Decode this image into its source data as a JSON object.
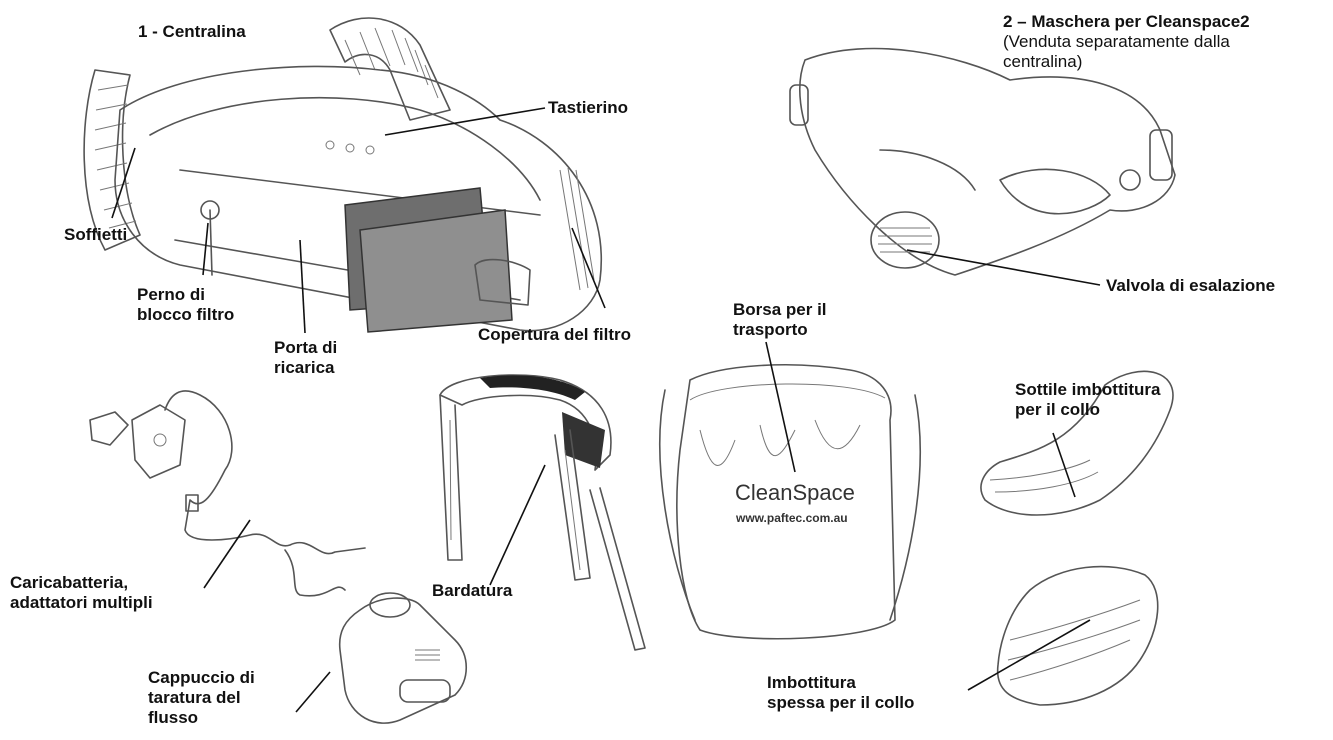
{
  "labels": {
    "centralina": "1 - Centralina",
    "tastierino": "Tastierino",
    "soffietti": "Soffietti",
    "perno": [
      "Perno di",
      "blocco filtro"
    ],
    "porta": [
      "Porta di",
      "ricarica"
    ],
    "copertura": "Copertura del filtro",
    "maschera_title": "2 – Maschera per Cleanspace2",
    "maschera_note": [
      "(Venduta separatamente dalla",
      "centralina)"
    ],
    "valvola": "Valvola di esalazione",
    "borsa": [
      "Borsa per il",
      "trasporto"
    ],
    "sottile": [
      "Sottile imbottitura",
      "per il collo"
    ],
    "caricabatteria": [
      "Caricabatteria,",
      "adattatori multipli"
    ],
    "bardatura": "Bardatura",
    "cappuccio": [
      "Cappuccio di",
      "taratura del",
      "flusso"
    ],
    "spessa": [
      "Imbottitura",
      "spessa per il collo"
    ]
  },
  "bag_print": {
    "brand": "CleanSpace",
    "url": "www.paftec.com.au"
  },
  "colors": {
    "outline": "#555555",
    "filter_dark": "#6e6e6e",
    "filter_mid": "#8f8f8f",
    "strap_dark": "#222222"
  }
}
